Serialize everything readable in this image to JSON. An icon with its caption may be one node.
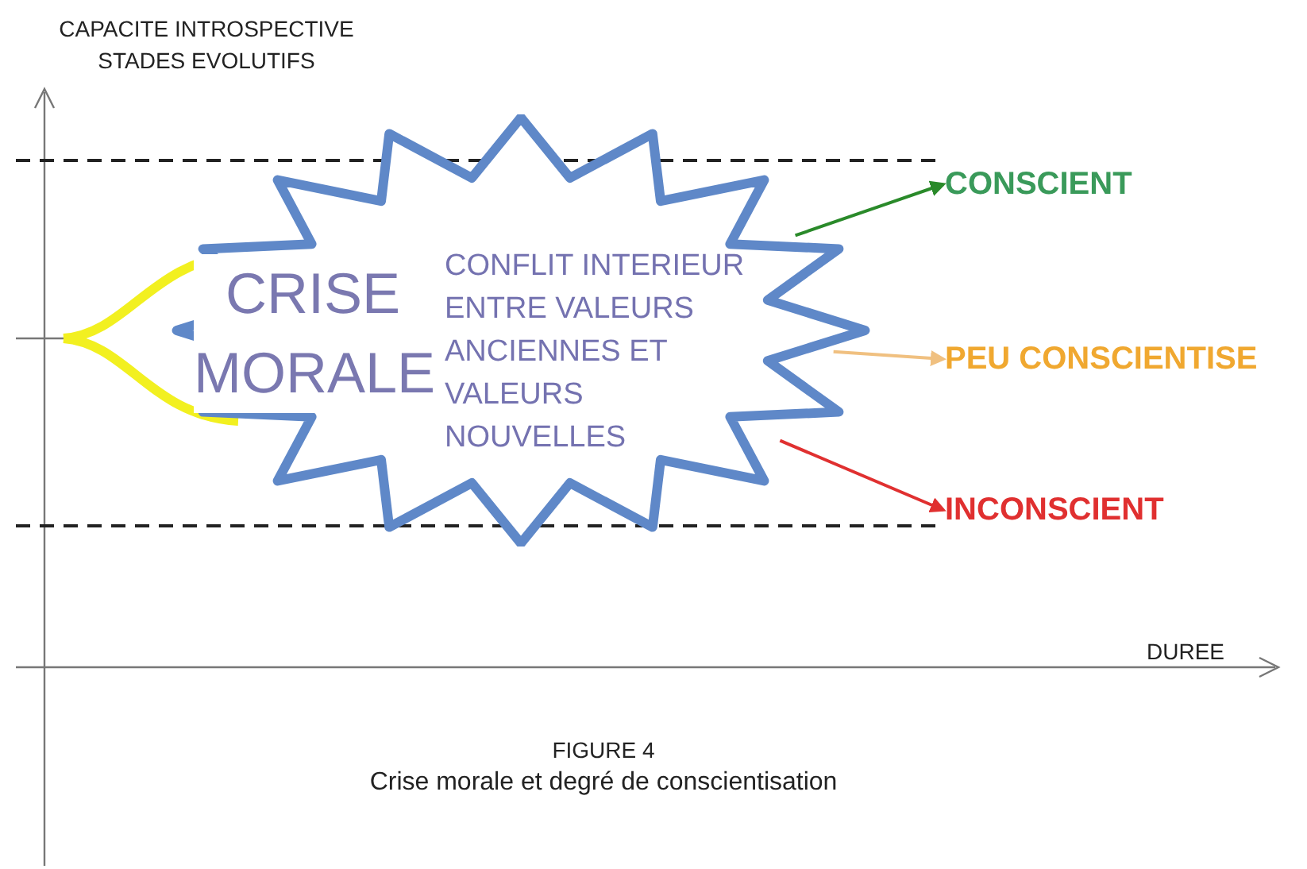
{
  "diagram": {
    "caption": "Crise morale et degré de conscientisation",
    "nodes": [
      {
        "text": [
          "CRISE MORALE",
          "CONFLIT INTERIEUR ENTRE VALEURS ANCIENNES ET VALEURS NOUVELLES"
        ]
      },
      {
        "text": [
          "CONSCIENT"
        ]
      },
      {
        "text": [
          "PEU CONSCIENTISE"
        ]
      },
      {
        "text": [
          "INCONSCIENT"
        ]
      }
    ],
    "edges": [
      {
        "from": 0,
        "to": 1,
        "arrow": "to",
        "color": "#2a8a2a"
      },
      {
        "from": 0,
        "to": 2,
        "arrow": "to",
        "color": "#f0c080"
      },
      {
        "from": 0,
        "to": 3,
        "arrow": "to",
        "color": "#e03030"
      }
    ],
    "labels": [
      "CAPACITE INTROSPECTIVE STADES EVOLUTIFS",
      "DUREE",
      "FIGURE 4"
    ]
  }
}
